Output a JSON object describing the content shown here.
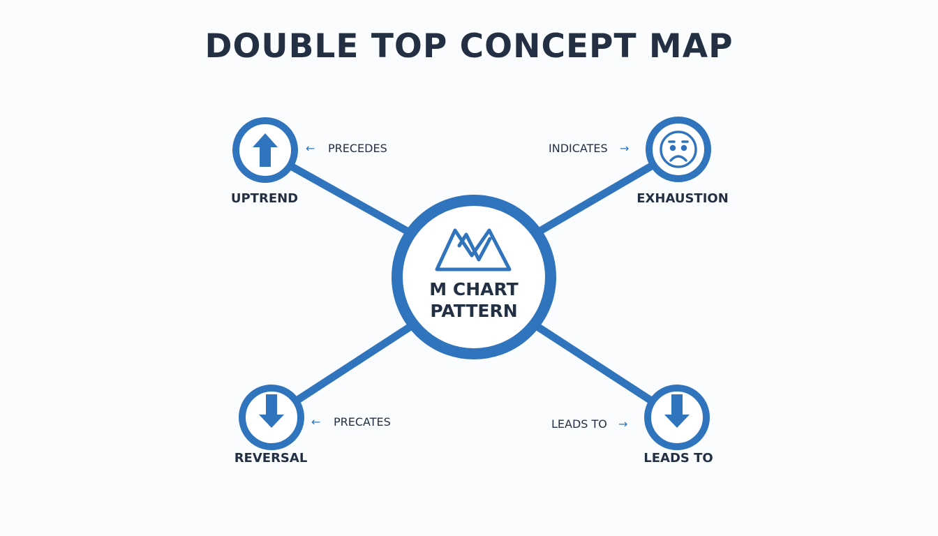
{
  "title": "DOUBLE TOP CONCEPT MAP",
  "colors": {
    "accent": "#2f74bd",
    "text": "#233044"
  },
  "center": {
    "line1": "M CHART",
    "line2": "PATTERN",
    "icon": "mountain-peaks-icon"
  },
  "nodes": [
    {
      "label": "UPTREND",
      "icon": "arrow-up-icon",
      "edge_label": "PRECEDES",
      "arrow": "←"
    },
    {
      "label": "EXHAUSTION",
      "icon": "sad-face-icon",
      "edge_label": "INDICATES",
      "arrow": "→"
    },
    {
      "label": "REVERSAL",
      "icon": "arrow-down-icon",
      "edge_label": "PRECATES",
      "arrow": "←"
    },
    {
      "label": "LEADS TO",
      "icon": "arrow-down-icon",
      "edge_label": "LEADS TO",
      "arrow": "→"
    }
  ]
}
